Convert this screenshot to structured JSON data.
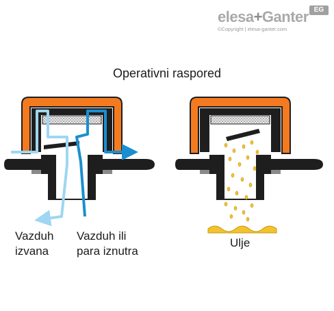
{
  "brand": {
    "name_part1": "elesa",
    "name_plus": "+",
    "name_part2": "Ganter",
    "badge": "EG",
    "copyright": "©Copyright | elesa-ganter.com"
  },
  "title": "Operativni raspored",
  "labels": {
    "air_outside_line1": "Vazduh",
    "air_outside_line2": "izvana",
    "air_inside_line1": "Vazduh ili",
    "air_inside_line2": "para iznutra",
    "oil": "Ulje"
  },
  "colors": {
    "cap_orange": "#f47a20",
    "body_black": "#1e1e1e",
    "air_outside_blue": "#9fd6f2",
    "air_inside_blue": "#1a8fd0",
    "oil_yellow": "#f2c32e",
    "filter_gray": "#b0b0b0"
  }
}
